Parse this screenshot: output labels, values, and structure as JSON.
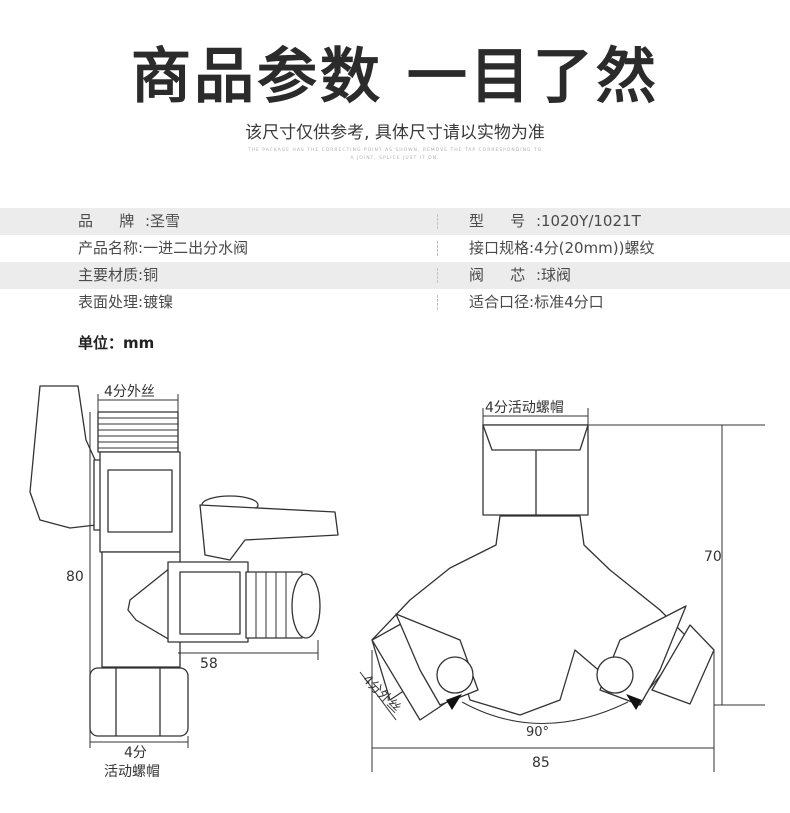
{
  "header": {
    "title": "商品参数 一目了然",
    "subtitle": "该尺寸仅供参考, 具体尺寸请以实物为准",
    "fine_print_1": "THE PACKAGE HAS THE CORRECTING POINT AS SHOWN, REMOVE THE TAP CORRESPONDING TO",
    "fine_print_2": "A JOINT, SPLICE JUST IT ON."
  },
  "specs": [
    {
      "l_label": "品 牌:",
      "l_value": "圣雪",
      "r_label": "型 号:",
      "r_value": "1020Y/1021T"
    },
    {
      "l_label": "产品名称:",
      "l_value": "一进二出分水阀",
      "r_label": "接口规格:",
      "r_value": "4分(20mm))螺纹"
    },
    {
      "l_label": "主要材质:",
      "l_value": "铜",
      "r_label": "阀 芯:",
      "r_value": "球阀"
    },
    {
      "l_label": "表面处理:",
      "l_value": "镀镍",
      "r_label": "适合口径:",
      "r_value": "标准4分口"
    }
  ],
  "unit_label": "单位：mm",
  "left_diagram": {
    "top_label": "4分外丝",
    "height_label": "80",
    "width_label": "58",
    "bottom_label_1": "4分",
    "bottom_label_2": "活动螺帽"
  },
  "right_diagram": {
    "top_label": "4分活动螺帽",
    "height_label": "70",
    "side_label": "4分外丝",
    "angle_label": "90°",
    "width_label": "85"
  }
}
